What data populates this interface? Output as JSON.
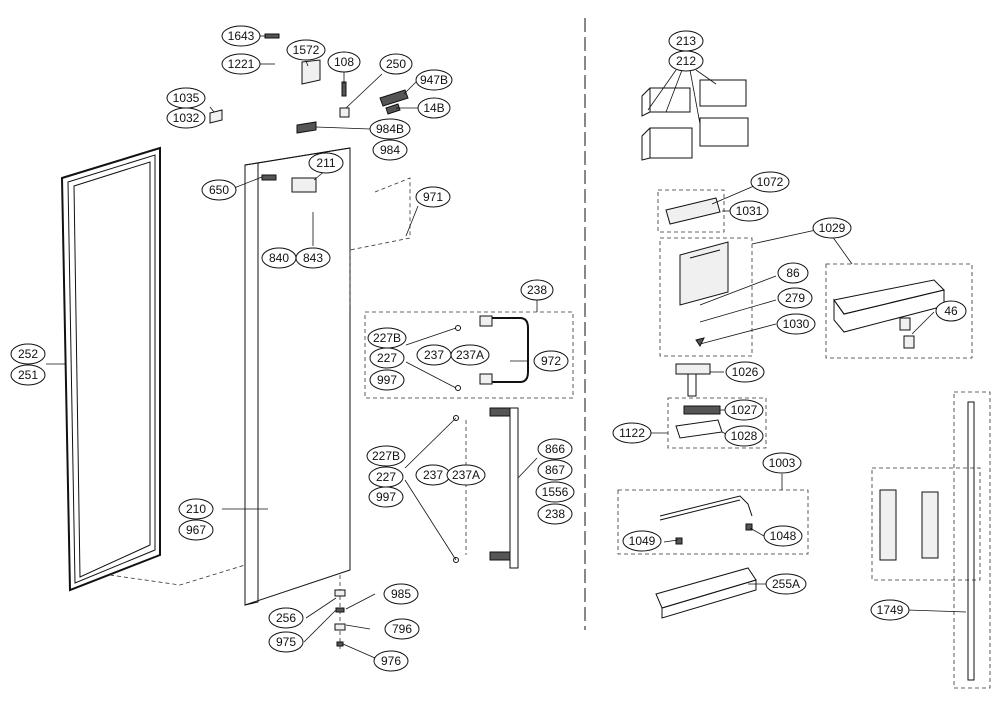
{
  "labels": {
    "l1643": "1643",
    "l1221": "1221",
    "l1572": "1572",
    "l108": "108",
    "l250": "250",
    "l947b": "947B",
    "l14b": "14B",
    "l1035": "1035",
    "l1032": "1032",
    "l984b": "984B",
    "l984": "984",
    "l211": "211",
    "l650": "650",
    "l971": "971",
    "l840": "840",
    "l843": "843",
    "l238a": "238",
    "l227b_a": "227B",
    "l227_a": "227",
    "l237_a": "237",
    "l237a_a": "237A",
    "l972": "972",
    "l997_a": "997",
    "l252": "252",
    "l251": "251",
    "l866": "866",
    "l867": "867",
    "l227b_b": "227B",
    "l227_b": "227",
    "l237_b": "237",
    "l237a_b": "237A",
    "l1556": "1556",
    "l997_b": "997",
    "l238b": "238",
    "l210": "210",
    "l967": "967",
    "l985": "985",
    "l256": "256",
    "l975": "975",
    "l796": "796",
    "l976": "976",
    "l213": "213",
    "l212": "212",
    "l1072": "1072",
    "l1031": "1031",
    "l1029": "1029",
    "l86": "86",
    "l279": "279",
    "l1030": "1030",
    "l46": "46",
    "l1026": "1026",
    "l1027": "1027",
    "l1122": "1122",
    "l1028": "1028",
    "l1003": "1003",
    "l1049": "1049",
    "l1048": "1048",
    "l255a": "255A",
    "l1749": "1749"
  }
}
